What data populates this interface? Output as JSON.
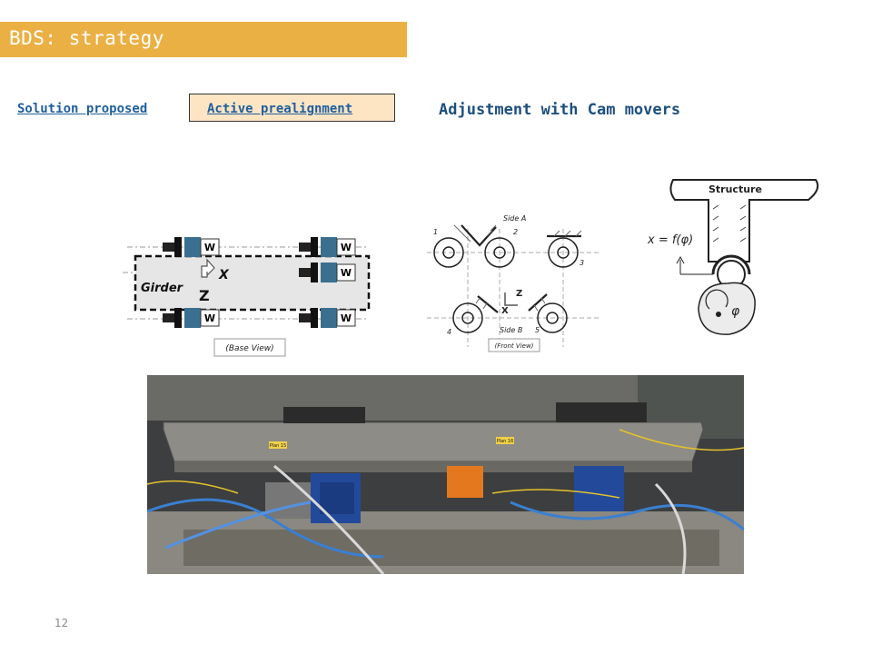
{
  "slide": {
    "title": "BDS: strategy",
    "solution_label": "Solution proposed",
    "active_label": "Active prealignment",
    "heading": "Adjustment with Cam movers",
    "page_number": "12"
  },
  "base_view": {
    "girder_label": "Girder",
    "axis_x": "X",
    "axis_z": "Z",
    "mover_label": "W",
    "caption": "(Base View)"
  },
  "front_view": {
    "side_a": "Side A",
    "side_b": "Side B",
    "axis_z": "Z",
    "axis_x": "X",
    "n1": "1",
    "n2": "2",
    "n3": "3",
    "n4": "4",
    "n5": "5",
    "caption": "(Front View)"
  },
  "cam_diagram": {
    "structure_label": "Structure",
    "equation": "x = f(φ)",
    "phi_label": "φ"
  },
  "photo": {
    "plate_label_1": "Plan 15",
    "plate_label_2": "Plan 16"
  }
}
